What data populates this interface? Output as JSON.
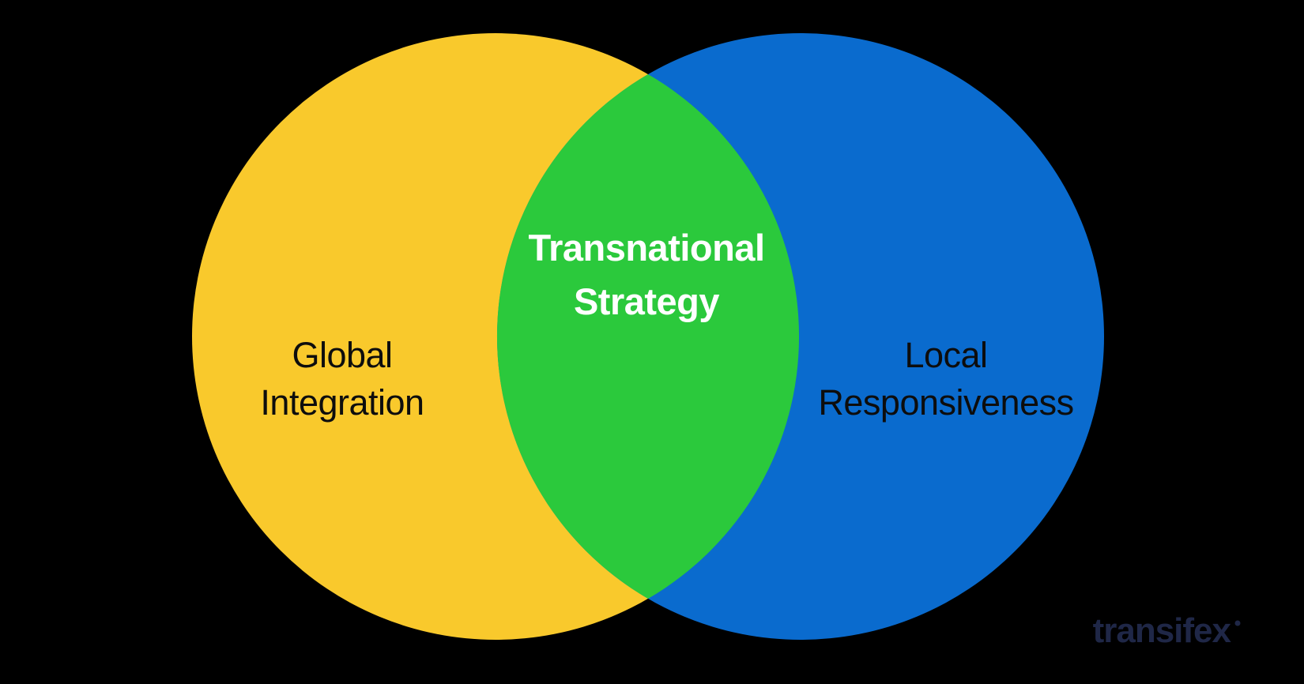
{
  "page": {
    "background_color": "#000000"
  },
  "diagram": {
    "type": "venn-2-circle",
    "left_circle": {
      "label_line1": "Global",
      "label_line2": "Integration",
      "fill": "#F9C92C",
      "text_color": "#0D0D0D"
    },
    "right_circle": {
      "label_line1": "Local",
      "label_line2": "Responsiveness",
      "fill": "#0A6BCE",
      "text_color": "#0D0D0D"
    },
    "overlap": {
      "label_line1": "Transnational",
      "label_line2": "Strategy",
      "fill": "#2BC93C",
      "text_color": "#FFFFFF"
    }
  },
  "branding": {
    "logo_text": "transifex",
    "logo_color": "#1F2747"
  }
}
